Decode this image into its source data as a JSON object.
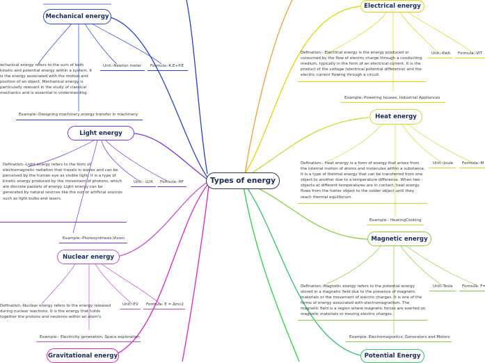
{
  "central": {
    "title": "Types of energy"
  },
  "branches": {
    "mechanical": {
      "title": "Mechanical energy",
      "unit": "Unit:-Newton meter",
      "formula": "Formula:-K.E+P.E",
      "definition": "Mechanical energy refers to the sum of both kinetic and potential energy within a system. It is the energy associated with the motion and position of an object. Mechanical energy is particularly relevant in the study of classical mechanics and is essential in understanding the behavior of various mechanical systems.",
      "example": "Example:-Designing machinery,energy transfer in machinery",
      "color": "#1f3fd6"
    },
    "light": {
      "title": "Light energy",
      "unit": "Unit:- LUX",
      "formula": "Formula:-HF",
      "definition": "Defination:-Light energy refers to the form of electromagnetic radiation that travels in waves and can be perceived by the human eye as visible light. It is a type of kinetic energy produced by the movement of photons, which are discrete packets of energy. Light energy can be generated by natural sources like the sun or artificial sources such as light bulbs and lasers.",
      "example": "Example:-Photosynthesis,Vision",
      "color": "#7b2ee3"
    },
    "nuclear": {
      "title": "Nuclear energy",
      "unit": "Unit:-EV",
      "formula": "Formula: E = Δmc2",
      "definition": "Defination:-Nuclear energy refers to the energy released during nuclear reactions. It is the energy that holds together the protons and neutrons within an atom's nucleus",
      "example": "Example:- Electricity generation, Space exploration",
      "color": "#c04bd6"
    },
    "gravitational": {
      "title": "Gravitational energy",
      "color": "#e020c0"
    },
    "electrical": {
      "title": "Electrical energy",
      "unit": "Unit:-Kwh",
      "formula": "Formula:-VIT",
      "definition": "Defination:- Electrical energy is the energy produced or consumed by the flow of electric charge through a conducting medium, typically in the form of an electrical current. It is the product of the voltage (electrical potential difference) and the electric current flowing through a circuit.",
      "example": "Example:-Powering houses, Industrial Appliances",
      "color": "#e6d400"
    },
    "heat": {
      "title": "Heat energy",
      "unit": "Unit:-Joule",
      "formula": "Formula:-M",
      "definition": "Defination:- Heat energy is a form of energy that arises from the internal motion of atoms and molecules within a substance. It is a type of thermal energy that can be transferred from one object to another due to a temperature difference. When two objects at different temperatures are in contact, heat energy flows from the hotter object to the colder object until they reach thermal equilibrium.",
      "example": "Example:- HeatingCooking",
      "color": "#c9dd2a"
    },
    "magnetic": {
      "title": "Magnetic energy",
      "unit": "Unit:-Tesla",
      "formula": "Formula: F=q",
      "definition": "Defination:-Magnetic energy refers to the potential energy stored in a magnetic field due to the presence of magnetic materials or the movement of electric charges. It is one of the forms of energy associated with electromagnetism. The magnetic field is a region where magnetic forces are exerted on magnetic materials or moving electric charges.",
      "example": "Example: Electromagnetics, Generators and  Motors",
      "color": "#86cf3a"
    },
    "potential": {
      "title": "Potential Energy",
      "color": "#2ec46a"
    }
  },
  "connectors": {
    "orange": "#f39c2c",
    "blue": "#1f3fd6",
    "green": "#1fd63a"
  }
}
